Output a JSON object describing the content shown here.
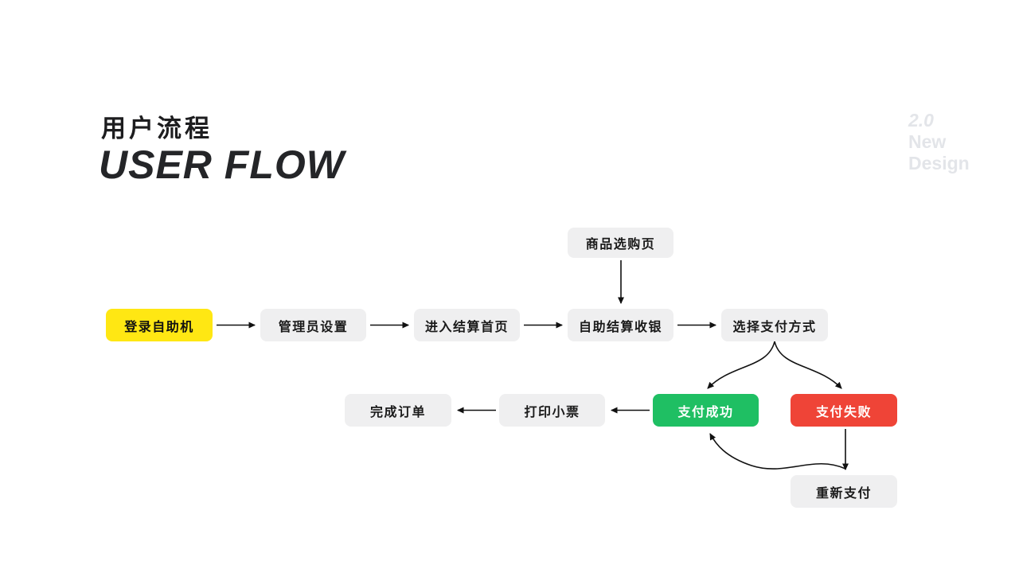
{
  "header": {
    "title_zh": "用户流程",
    "title_en": "USER FLOW"
  },
  "watermark": {
    "version": "2.0",
    "line1": "New",
    "line2": "Design"
  },
  "colors": {
    "background": "#FFFFFF",
    "highlight_yellow": "#FFE713",
    "success_green": "#1FBF63",
    "fail_red": "#EF4437",
    "node_gray": "#EFEFF0",
    "arrow_black": "#111111",
    "title_black": "#1D1D1F",
    "watermark_gray": "#E3E5E9"
  },
  "flow": {
    "nodes": [
      {
        "id": "product-page",
        "label": "商品选购页",
        "style": "gray"
      },
      {
        "id": "login-kiosk",
        "label": "登录自助机",
        "style": "yellow"
      },
      {
        "id": "admin-setup",
        "label": "管理员设置",
        "style": "gray"
      },
      {
        "id": "enter-checkout-home",
        "label": "进入结算首页",
        "style": "gray"
      },
      {
        "id": "self-checkout-cashier",
        "label": "自助结算收银",
        "style": "gray"
      },
      {
        "id": "select-payment-method",
        "label": "选择支付方式",
        "style": "gray"
      },
      {
        "id": "complete-order",
        "label": "完成订单",
        "style": "gray"
      },
      {
        "id": "print-receipt",
        "label": "打印小票",
        "style": "gray"
      },
      {
        "id": "payment-success",
        "label": "支付成功",
        "style": "green"
      },
      {
        "id": "payment-failed",
        "label": "支付失败",
        "style": "red"
      },
      {
        "id": "repay",
        "label": "重新支付",
        "style": "gray"
      }
    ],
    "edges": [
      {
        "from": "login-kiosk",
        "to": "admin-setup"
      },
      {
        "from": "admin-setup",
        "to": "enter-checkout-home"
      },
      {
        "from": "enter-checkout-home",
        "to": "self-checkout-cashier"
      },
      {
        "from": "self-checkout-cashier",
        "to": "select-payment-method"
      },
      {
        "from": "product-page",
        "to": "self-checkout-cashier"
      },
      {
        "from": "select-payment-method",
        "to": "payment-success"
      },
      {
        "from": "select-payment-method",
        "to": "payment-failed"
      },
      {
        "from": "payment-success",
        "to": "print-receipt"
      },
      {
        "from": "print-receipt",
        "to": "complete-order"
      },
      {
        "from": "payment-failed",
        "to": "repay"
      },
      {
        "from": "repay",
        "to": "payment-success"
      }
    ]
  }
}
